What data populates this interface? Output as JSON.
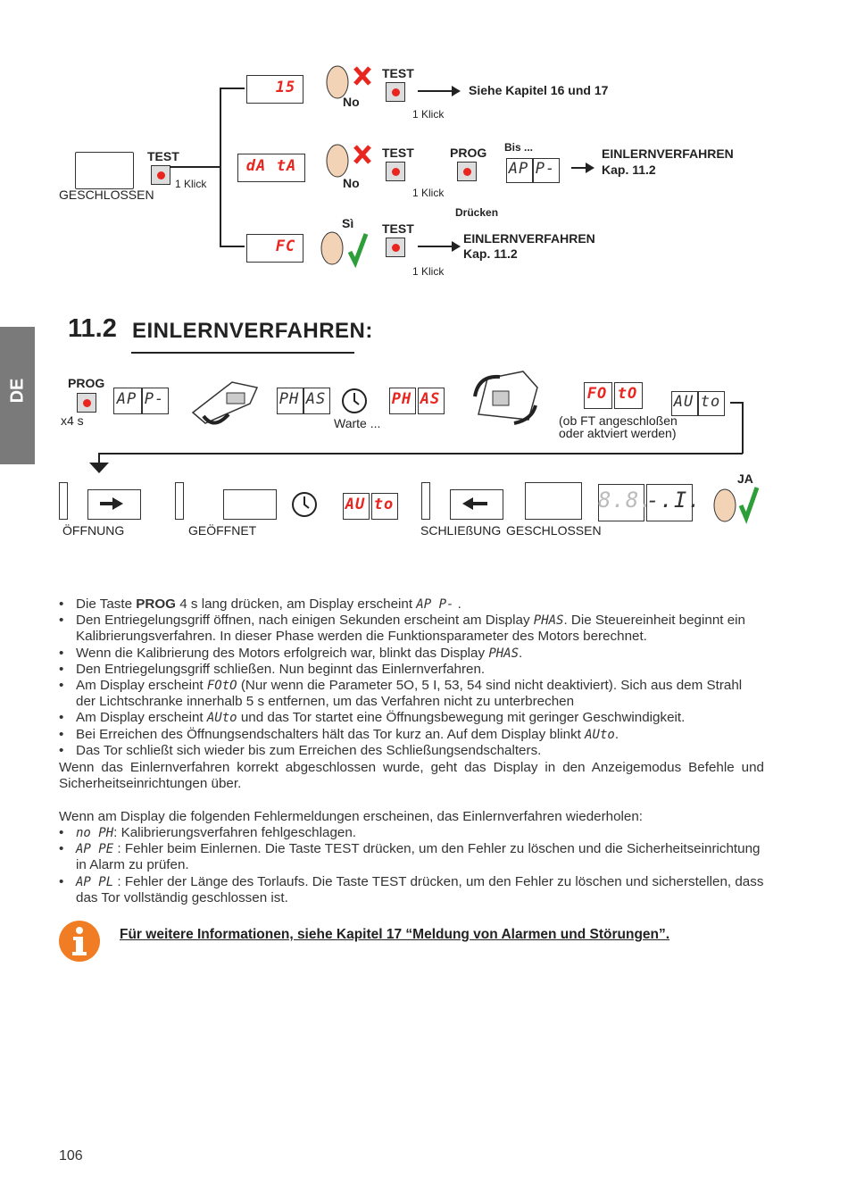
{
  "side_tab": {
    "label": "DE"
  },
  "diagram_top": {
    "geschlossen": "GESCHLOSSEN",
    "test": "TEST",
    "klick": "1 Klick",
    "branch1": {
      "display": "15",
      "answer": "No",
      "result": "Siehe Kapitel 16 und 17"
    },
    "branch2": {
      "display1": "dA",
      "display2": "tA",
      "answer": "No",
      "prog": "PROG",
      "druecken": "Drücken",
      "bis": "Bis ...",
      "ap_display1": "AP",
      "ap_display2": "P-",
      "result_line1": "EINLERNVERFAHREN",
      "result_line2": "Kap. 11.2"
    },
    "branch3": {
      "display": "FC",
      "answer": "Sì",
      "result_line1": "EINLERNVERFAHREN",
      "result_line2": "Kap. 11.2"
    }
  },
  "section": {
    "number": "11.2",
    "title": "EINLERNVERFAHREN:"
  },
  "diagram_bottom": {
    "prog": "PROG",
    "x4s": "x4 s",
    "ap1": "AP",
    "ap2": "P-",
    "ph1": "PH",
    "as1": "AS",
    "warte": "Warte ...",
    "ph2": "PH",
    "as2": "AS",
    "fo": "FO",
    "to": "tO",
    "ft_note_line1": "(ob FT angeschloßen",
    "ft_note_line2": "oder aktviert werden)",
    "au1": "AU",
    "to1": "to",
    "au2": "AU",
    "to2": "to",
    "oeffnung": "ÖFFNUNG",
    "geoeffnet": "GEÖFFNET",
    "schliessung": "SCHLIEßUNG",
    "geschlossen": "GESCHLOSSEN",
    "ja": "JA",
    "d88a": "8.8.",
    "d88b": "-.I."
  },
  "instructions": [
    {
      "pre": "Die Taste ",
      "bold": "PROG",
      "post": " 4 s lang drücken, am Display erscheint ",
      "disp": "AP P-",
      "end": " ."
    },
    {
      "pre": "Den Entriegelungsgriff öffnen, nach einigen Sekunden erscheint am Display ",
      "disp": "PHAS",
      "end": ". Die Steuereinheit beginnt ein Kalibrierungsverfahren. In dieser Phase werden die Funktionsparameter des Motors berechnet."
    },
    {
      "pre": "Wenn die Kalibrierung des Motors erfolgreich war, blinkt das Display ",
      "disp": "PHAS",
      "end": "."
    },
    {
      "pre": "Den Entriegelungsgriff schließen. Nun beginnt das Einlernverfahren."
    },
    {
      "pre": "Am Display erscheint ",
      "disp": "FOtO",
      "end": "  (Nur wenn die Parameter  5O,  5 I,  53,  54 sind nicht deaktiviert). Sich aus dem Strahl der Lichtschranke innerhalb 5 s entfernen, um das Verfahren nicht zu unterbrechen"
    },
    {
      "pre": "Am Display erscheint ",
      "disp": "AUto",
      "end": "  und  das Tor startet eine Öffnungsbewegung mit geringer Geschwindigkeit."
    },
    {
      "pre": "Bei Erreichen des Öffnungsendschalters hält das Tor kurz an. Auf dem Display blinkt ",
      "disp": "AUto",
      "end": "."
    },
    {
      "pre": "Das Tor schließt sich wieder bis zum Erreichen des Schließungsendschalters."
    }
  ],
  "after_text": "Wenn das Einlernverfahren korrekt abgeschlossen wurde, geht das Display in den Anzeigemodus Befehle und Sicherheitseinrichtungen über.",
  "error_intro": "Wenn am Display die folgenden Fehlermeldungen erscheinen, das Einlernverfahren wiederholen:",
  "errors": [
    {
      "disp": "no  PH",
      "text": ": Kalibrierungsverfahren fehlgeschlagen."
    },
    {
      "disp": "AP  PE",
      "text": " : Fehler beim Einlernen. Die Taste TEST drücken, um den Fehler zu löschen und die Sicherheitseinrichtung in Alarm zu prüfen."
    },
    {
      "disp": "AP  PL",
      "text": " : Fehler der Länge des Torlaufs. Die Taste TEST drücken, um den Fehler zu löschen und sicherstellen, dass das Tor vollständig geschlossen ist."
    }
  ],
  "info_note": "Für weitere Informationen, siehe Kapitel 17 “Meldung von Alarmen und Störungen”.",
  "page_number": "106",
  "colors": {
    "red": "#e8261f",
    "green": "#2e9e3a",
    "orange": "#f07d23",
    "tab_gray": "#7a7a7a"
  }
}
